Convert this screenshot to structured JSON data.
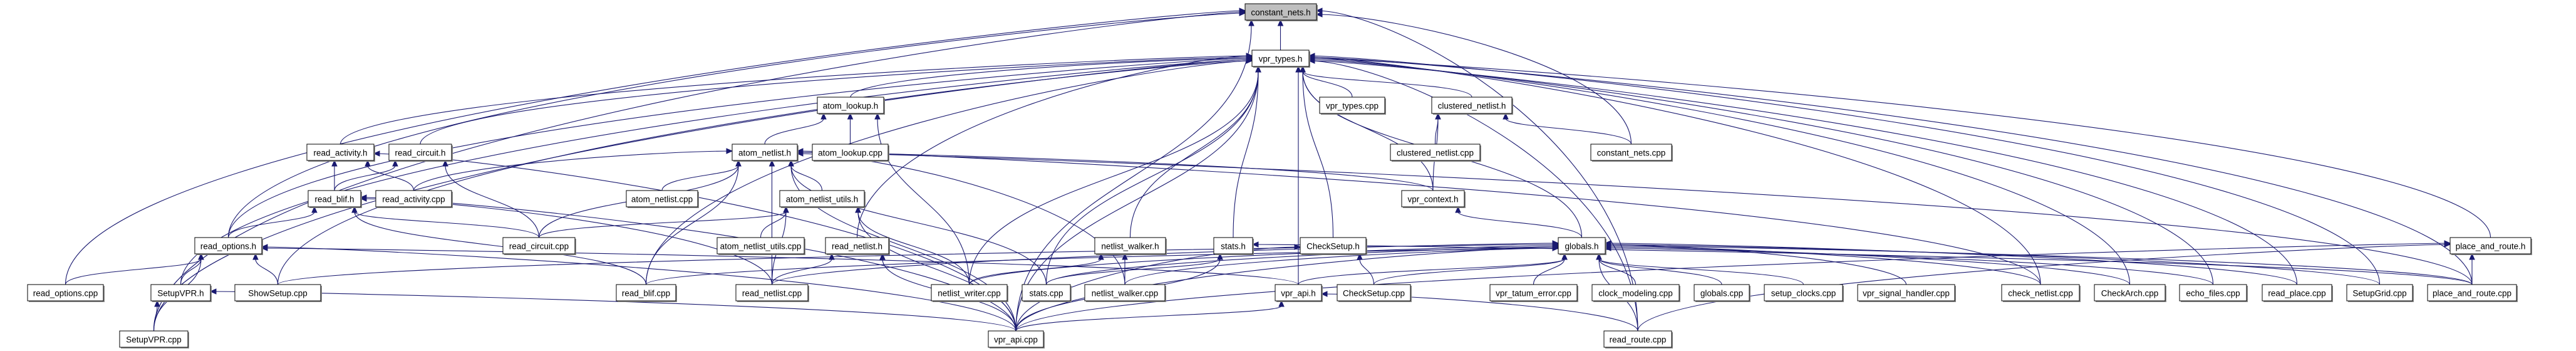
{
  "diagram": {
    "type": "include-dependency-graph",
    "focus_node": "constant_nets.h",
    "colors": {
      "edge": "#191970",
      "node_border": "#000000",
      "focus_fill": "#bfbfbf",
      "node_fill": "#ffffff"
    },
    "nodes": [
      {
        "id": "constant_nets_h",
        "label": "constant_nets.h"
      },
      {
        "id": "vpr_types_h",
        "label": "vpr_types.h"
      },
      {
        "id": "atom_lookup_h",
        "label": "atom_lookup.h"
      },
      {
        "id": "vpr_types_cpp",
        "label": "vpr_types.cpp"
      },
      {
        "id": "clustered_netlist_h",
        "label": "clustered_netlist.h"
      },
      {
        "id": "read_activity_h",
        "label": "read_activity.h"
      },
      {
        "id": "read_circuit_h",
        "label": "read_circuit.h"
      },
      {
        "id": "atom_netlist_h",
        "label": "atom_netlist.h"
      },
      {
        "id": "atom_lookup_cpp",
        "label": "atom_lookup.cpp"
      },
      {
        "id": "clustered_netlist_cpp",
        "label": "clustered_netlist.cpp"
      },
      {
        "id": "constant_nets_cpp",
        "label": "constant_nets.cpp"
      },
      {
        "id": "read_blif_h",
        "label": "read_blif.h"
      },
      {
        "id": "read_activity_cpp",
        "label": "read_activity.cpp"
      },
      {
        "id": "atom_netlist_cpp",
        "label": "atom_netlist.cpp"
      },
      {
        "id": "atom_netlist_utils_h",
        "label": "atom_netlist_utils.h"
      },
      {
        "id": "vpr_context_h",
        "label": "vpr_context.h"
      },
      {
        "id": "read_options_h",
        "label": "read_options.h"
      },
      {
        "id": "read_circuit_cpp",
        "label": "read_circuit.cpp"
      },
      {
        "id": "atom_netlist_utils_cpp",
        "label": "atom_netlist_utils.cpp"
      },
      {
        "id": "read_netlist_h",
        "label": "read_netlist.h"
      },
      {
        "id": "netlist_walker_h",
        "label": "netlist_walker.h"
      },
      {
        "id": "stats_h",
        "label": "stats.h"
      },
      {
        "id": "CheckSetup_h",
        "label": "CheckSetup.h"
      },
      {
        "id": "globals_h",
        "label": "globals.h"
      },
      {
        "id": "place_and_route_h",
        "label": "place_and_route.h"
      },
      {
        "id": "read_options_cpp",
        "label": "read_options.cpp"
      },
      {
        "id": "SetupVPR_h",
        "label": "SetupVPR.h"
      },
      {
        "id": "ShowSetup_cpp",
        "label": "ShowSetup.cpp"
      },
      {
        "id": "read_blif_cpp",
        "label": "read_blif.cpp"
      },
      {
        "id": "read_netlist_cpp",
        "label": "read_netlist.cpp"
      },
      {
        "id": "netlist_writer_cpp",
        "label": "netlist_writer.cpp"
      },
      {
        "id": "stats_cpp",
        "label": "stats.cpp"
      },
      {
        "id": "netlist_walker_cpp",
        "label": "netlist_walker.cpp"
      },
      {
        "id": "vpr_api_h",
        "label": "vpr_api.h"
      },
      {
        "id": "CheckSetup_cpp",
        "label": "CheckSetup.cpp"
      },
      {
        "id": "vpr_tatum_error_cpp",
        "label": "vpr_tatum_error.cpp"
      },
      {
        "id": "clock_modeling_cpp",
        "label": "clock_modeling.cpp"
      },
      {
        "id": "globals_cpp",
        "label": "globals.cpp"
      },
      {
        "id": "setup_clocks_cpp",
        "label": "setup_clocks.cpp"
      },
      {
        "id": "vpr_signal_handler_cpp",
        "label": "vpr_signal_handler.cpp"
      },
      {
        "id": "check_netlist_cpp",
        "label": "check_netlist.cpp"
      },
      {
        "id": "CheckArch_cpp",
        "label": "CheckArch.cpp"
      },
      {
        "id": "echo_files_cpp",
        "label": "echo_files.cpp"
      },
      {
        "id": "read_place_cpp",
        "label": "read_place.cpp"
      },
      {
        "id": "SetupGrid_cpp",
        "label": "SetupGrid.cpp"
      },
      {
        "id": "place_and_route_cpp",
        "label": "place_and_route.cpp"
      },
      {
        "id": "SetupVPR_cpp",
        "label": "SetupVPR.cpp"
      },
      {
        "id": "vpr_api_cpp",
        "label": "vpr_api.cpp"
      },
      {
        "id": "read_route_cpp",
        "label": "read_route.cpp"
      }
    ],
    "edges": [
      [
        "vpr_types_h",
        "constant_nets_h"
      ],
      [
        "read_options_cpp",
        "constant_nets_h"
      ],
      [
        "SetupVPR_cpp",
        "constant_nets_h"
      ],
      [
        "read_options_h",
        "constant_nets_h"
      ],
      [
        "constant_nets_cpp",
        "constant_nets_h"
      ],
      [
        "vpr_api_cpp",
        "constant_nets_h"
      ],
      [
        "read_route_cpp",
        "constant_nets_h"
      ],
      [
        "atom_lookup_h",
        "vpr_types_h"
      ],
      [
        "vpr_types_cpp",
        "vpr_types_h"
      ],
      [
        "clustered_netlist_h",
        "vpr_types_h"
      ],
      [
        "read_activity_h",
        "vpr_types_h"
      ],
      [
        "read_circuit_h",
        "vpr_types_h"
      ],
      [
        "read_options_h",
        "vpr_types_h"
      ],
      [
        "SetupVPR_h",
        "vpr_types_h"
      ],
      [
        "ShowSetup_cpp",
        "vpr_types_h"
      ],
      [
        "read_netlist_h",
        "vpr_types_h"
      ],
      [
        "netlist_walker_h",
        "vpr_types_h"
      ],
      [
        "stats_h",
        "vpr_types_h"
      ],
      [
        "CheckSetup_h",
        "vpr_types_h"
      ],
      [
        "vpr_context_h",
        "vpr_types_h"
      ],
      [
        "globals_h",
        "vpr_types_h"
      ],
      [
        "vpr_api_h",
        "vpr_types_h"
      ],
      [
        "place_and_route_h",
        "vpr_types_h"
      ],
      [
        "stats_cpp",
        "vpr_types_h"
      ],
      [
        "read_blif_cpp",
        "vpr_types_h"
      ],
      [
        "netlist_writer_cpp",
        "vpr_types_h"
      ],
      [
        "check_netlist_cpp",
        "vpr_types_h"
      ],
      [
        "CheckArch_cpp",
        "vpr_types_h"
      ],
      [
        "echo_files_cpp",
        "vpr_types_h"
      ],
      [
        "read_place_cpp",
        "vpr_types_h"
      ],
      [
        "SetupGrid_cpp",
        "vpr_types_h"
      ],
      [
        "place_and_route_cpp",
        "vpr_types_h"
      ],
      [
        "vpr_api_cpp",
        "vpr_types_h"
      ],
      [
        "SetupVPR_cpp",
        "vpr_types_h"
      ],
      [
        "read_route_cpp",
        "vpr_types_h"
      ],
      [
        "atom_netlist_h",
        "atom_lookup_h"
      ],
      [
        "atom_lookup_cpp",
        "atom_lookup_h"
      ],
      [
        "netlist_writer_cpp",
        "atom_lookup_h"
      ],
      [
        "clustered_netlist_cpp",
        "clustered_netlist_h"
      ],
      [
        "vpr_context_h",
        "clustered_netlist_h"
      ],
      [
        "constant_nets_cpp",
        "clustered_netlist_h"
      ],
      [
        "read_blif_h",
        "read_activity_h"
      ],
      [
        "read_activity_cpp",
        "read_activity_h"
      ],
      [
        "vpr_api_cpp",
        "read_activity_h"
      ],
      [
        "read_blif_h",
        "read_circuit_h"
      ],
      [
        "read_circuit_cpp",
        "read_circuit_h"
      ],
      [
        "read_activity_cpp",
        "atom_netlist_h"
      ],
      [
        "atom_netlist_cpp",
        "atom_netlist_h"
      ],
      [
        "atom_netlist_utils_h",
        "atom_netlist_h"
      ],
      [
        "read_circuit_cpp",
        "atom_netlist_h"
      ],
      [
        "read_blif_cpp",
        "atom_netlist_h"
      ],
      [
        "read_netlist_cpp",
        "atom_netlist_h"
      ],
      [
        "vpr_context_h",
        "atom_netlist_h"
      ],
      [
        "netlist_walker_cpp",
        "atom_netlist_h"
      ],
      [
        "stats_cpp",
        "atom_netlist_h"
      ],
      [
        "vpr_api_cpp",
        "atom_netlist_h"
      ],
      [
        "check_netlist_cpp",
        "atom_netlist_h"
      ],
      [
        "place_and_route_cpp",
        "atom_netlist_h"
      ],
      [
        "read_options_h",
        "read_blif_h"
      ],
      [
        "read_circuit_cpp",
        "read_blif_h"
      ],
      [
        "read_blif_cpp",
        "read_blif_h"
      ],
      [
        "vpr_api_cpp",
        "read_blif_h"
      ],
      [
        "read_netlist_cpp",
        "read_blif_h"
      ],
      [
        "atom_netlist_utils_cpp",
        "atom_netlist_utils_h"
      ],
      [
        "read_circuit_cpp",
        "atom_netlist_utils_h"
      ],
      [
        "netlist_writer_cpp",
        "atom_netlist_utils_h"
      ],
      [
        "vpr_api_cpp",
        "atom_netlist_utils_h"
      ],
      [
        "read_netlist_cpp",
        "atom_netlist_utils_h"
      ],
      [
        "globals_h",
        "vpr_context_h"
      ],
      [
        "read_options_cpp",
        "read_options_h"
      ],
      [
        "SetupVPR_h",
        "read_options_h"
      ],
      [
        "ShowSetup_cpp",
        "read_options_h"
      ],
      [
        "SetupVPR_cpp",
        "read_options_h"
      ],
      [
        "vpr_api_cpp",
        "read_options_h"
      ],
      [
        "vpr_api_h",
        "read_options_h"
      ],
      [
        "read_netlist_cpp",
        "read_netlist_h"
      ],
      [
        "vpr_api_cpp",
        "read_netlist_h"
      ],
      [
        "netlist_writer_cpp",
        "netlist_walker_h"
      ],
      [
        "netlist_walker_cpp",
        "netlist_walker_h"
      ],
      [
        "stats_cpp",
        "stats_h"
      ],
      [
        "vpr_api_cpp",
        "stats_h"
      ],
      [
        "place_and_route_cpp",
        "stats_h"
      ],
      [
        "CheckSetup_cpp",
        "CheckSetup_h"
      ],
      [
        "vpr_api_cpp",
        "CheckSetup_h"
      ],
      [
        "read_blif_cpp",
        "globals_h"
      ],
      [
        "read_netlist_cpp",
        "globals_h"
      ],
      [
        "ShowSetup_cpp",
        "globals_h"
      ],
      [
        "netlist_writer_cpp",
        "globals_h"
      ],
      [
        "stats_cpp",
        "globals_h"
      ],
      [
        "netlist_walker_cpp",
        "globals_h"
      ],
      [
        "vpr_api_h",
        "globals_h"
      ],
      [
        "CheckSetup_cpp",
        "globals_h"
      ],
      [
        "vpr_tatum_error_cpp",
        "globals_h"
      ],
      [
        "clock_modeling_cpp",
        "globals_h"
      ],
      [
        "globals_cpp",
        "globals_h"
      ],
      [
        "setup_clocks_cpp",
        "globals_h"
      ],
      [
        "vpr_signal_handler_cpp",
        "globals_h"
      ],
      [
        "check_netlist_cpp",
        "globals_h"
      ],
      [
        "CheckArch_cpp",
        "globals_h"
      ],
      [
        "echo_files_cpp",
        "globals_h"
      ],
      [
        "read_place_cpp",
        "globals_h"
      ],
      [
        "SetupGrid_cpp",
        "globals_h"
      ],
      [
        "place_and_route_cpp",
        "globals_h"
      ],
      [
        "vpr_api_cpp",
        "globals_h"
      ],
      [
        "read_route_cpp",
        "globals_h"
      ],
      [
        "SetupVPR_cpp",
        "SetupVPR_h"
      ],
      [
        "vpr_api_cpp",
        "SetupVPR_h"
      ],
      [
        "vpr_api_cpp",
        "vpr_api_h"
      ],
      [
        "read_route_cpp",
        "vpr_api_h"
      ],
      [
        "place_and_route_cpp",
        "place_and_route_h"
      ],
      [
        "vpr_api_cpp",
        "place_and_route_h"
      ],
      [
        "read_route_cpp",
        "place_and_route_h"
      ]
    ]
  }
}
